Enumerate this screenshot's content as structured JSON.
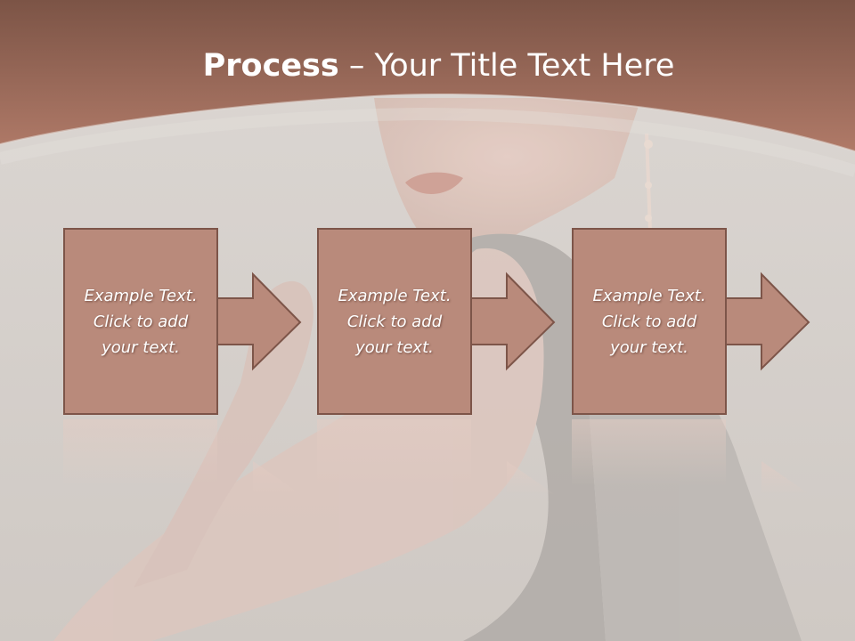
{
  "slide": {
    "title_bold": "Process",
    "title_rest": " – Your Title Text Here",
    "colors": {
      "header": "#a9715f",
      "header_dark": "#7c5446",
      "box_fill": "#b98a7b",
      "box_stroke": "#7d5549",
      "text": "#ffffff",
      "background": "#d6d1cd"
    }
  },
  "steps": [
    {
      "text": "Example Text.\nClick  to add\nyour text."
    },
    {
      "text": "Example Text.\nClick  to add\nyour text."
    },
    {
      "text": "Example Text.\nClick  to add\nyour text."
    }
  ]
}
